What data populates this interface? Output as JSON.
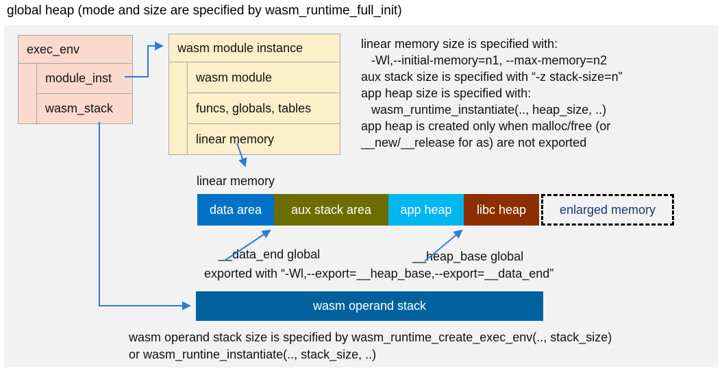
{
  "title": "global heap (mode and size are specified by wasm_runtime_full_init)",
  "exec_env_box": {
    "header": "exec_env",
    "rows": [
      "module_inst",
      "wasm_stack"
    ]
  },
  "module_instance_box": {
    "header": "wasm module instance",
    "rows": [
      "wasm module",
      "funcs, globals, tables",
      "linear memory"
    ]
  },
  "notes_top_right": {
    "lines": [
      "linear memory size is specified with:",
      "   -Wl,--initial-memory=n1, --max-memory=n2",
      "aux stack size is specified with “-z stack-size=n”",
      "app heap size is specified with:",
      "   wasm_runtime_instantiate(.., heap_size, ..)",
      "app heap is created only when malloc/free (or",
      "__new/__release for as) are not exported"
    ]
  },
  "linear_memory": {
    "label": "linear memory",
    "segments": [
      {
        "label": "data area",
        "color": "#0071c5"
      },
      {
        "label": "aux stack area",
        "color": "#6c6d00"
      },
      {
        "label": "app heap",
        "color": "#00b7f0"
      },
      {
        "label": "libc heap",
        "color": "#8c2e00"
      },
      {
        "label": "enlarged memory",
        "color": "transparent"
      }
    ]
  },
  "annotations": {
    "data_end": "__data_end global",
    "heap_base": "__heap_base global",
    "exported": "exported with “-Wl,--export=__heap_base,--export=__data_end”"
  },
  "operand_stack": {
    "label": "wasm operand stack",
    "color": "#00619e"
  },
  "bottom_note": {
    "lines": [
      "wasm operand stack size is specified by wasm_runtime_create_exec_env(.., stack_size)",
      "or wasm_runtine_instantiate(.., stack_size, ..)"
    ]
  },
  "colors": {
    "panel_bg": "#f2f2f2",
    "box_pink": "#fbd9cc",
    "box_cream": "#fdefc9",
    "border_gray": "#a6a6a6",
    "arrow_blue": "#2e7bd4",
    "enlarged_text_navy": "#163a70"
  }
}
